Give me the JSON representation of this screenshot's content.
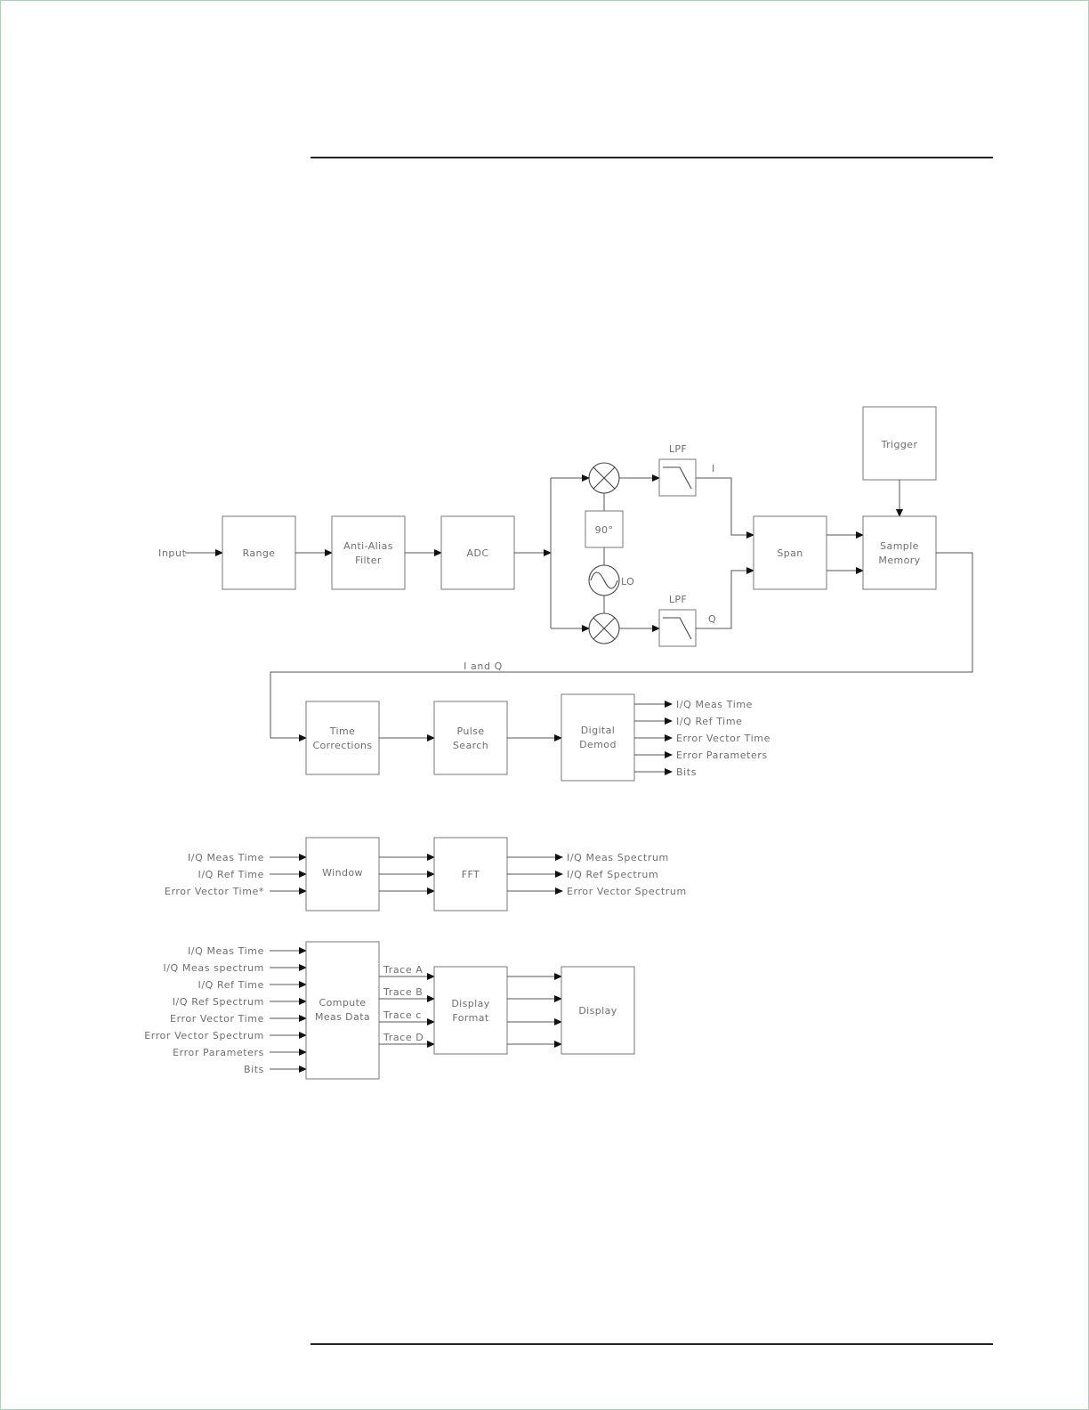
{
  "blocks": {
    "range": "Range",
    "anti_alias": [
      "Anti-Alias",
      "Filter"
    ],
    "adc": "ADC",
    "phase_90": "90°",
    "lo": "LO",
    "lpf_i": "LPF",
    "lpf_q": "LPF",
    "i_label": "I",
    "q_label": "Q",
    "span": "Span",
    "trigger": "Trigger",
    "sample_memory": [
      "Sample",
      "Memory"
    ],
    "time_corrections": [
      "Time",
      "Corrections"
    ],
    "pulse_search": [
      "Pulse",
      "Search"
    ],
    "digital_demod": [
      "Digital",
      "Demod"
    ],
    "window": "Window",
    "fft": "FFT",
    "compute_meas_data": [
      "Compute",
      "Meas Data"
    ],
    "display_format": [
      "Display",
      "Format"
    ],
    "display": "Display"
  },
  "signals": {
    "input": "Input",
    "i_and_q": "I and Q",
    "demod_outputs": [
      "I/Q Meas Time",
      "I/Q Ref Time",
      "Error Vector Time",
      "Error Parameters",
      "Bits"
    ],
    "window_inputs": [
      "I/Q Meas Time",
      "I/Q Ref Time",
      "Error Vector Time*"
    ],
    "fft_outputs": [
      "I/Q Meas Spectrum",
      "I/Q Ref Spectrum",
      "Error Vector Spectrum"
    ],
    "compute_inputs": [
      "I/Q Meas Time",
      "I/Q Meas spectrum",
      "I/Q Ref Time",
      "I/Q Ref Spectrum",
      "Error Vector Time",
      "Error Vector Spectrum",
      "Error Parameters",
      "Bits"
    ],
    "traces": [
      "Trace A",
      "Trace B",
      "Trace c",
      "Trace D"
    ]
  }
}
